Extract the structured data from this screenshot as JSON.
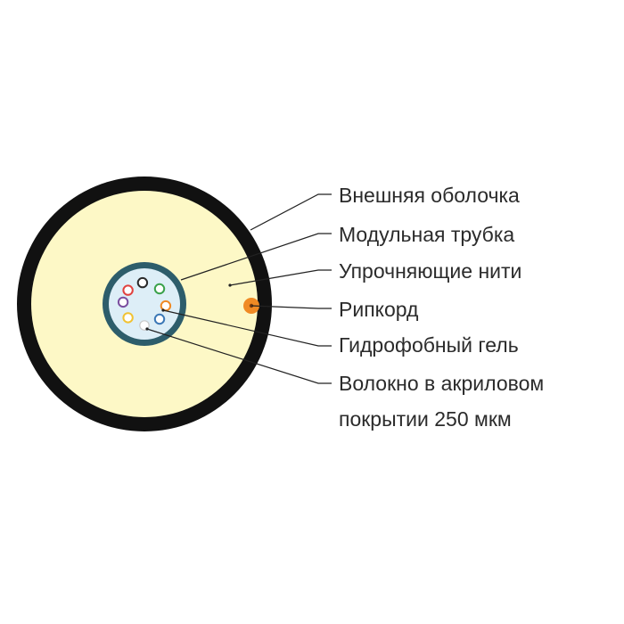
{
  "labels": {
    "outer_sheath": "Внешняя оболочка",
    "buffer_tube": "Модульная трубка",
    "strength_yarns": "Упрочняющие нити",
    "ripcord": "Рипкорд",
    "gel": "Гидрофобный гель",
    "fiber_line1": "Волокно в акриловом",
    "fiber_line2": "покрытии 250 мкм"
  },
  "colors": {
    "outer_sheath": "#111111",
    "yarn_fill": "#fdf8c6",
    "tube_ring": "#2d5d6b",
    "gel_fill": "#ddeef7",
    "ripcord": "#f08a24",
    "leader_line": "#222222"
  },
  "fibers": [
    {
      "color": "#e0413e",
      "name": "red"
    },
    {
      "color": "#2a2a2a",
      "name": "black"
    },
    {
      "color": "#3aa14a",
      "name": "green"
    },
    {
      "color": "#f08a24",
      "name": "orange"
    },
    {
      "color": "#3b78b6",
      "name": "blue"
    },
    {
      "color": "#f2f2f2",
      "name": "white"
    },
    {
      "color": "#f1c232",
      "name": "yellow"
    },
    {
      "color": "#7b4fa0",
      "name": "violet"
    }
  ]
}
